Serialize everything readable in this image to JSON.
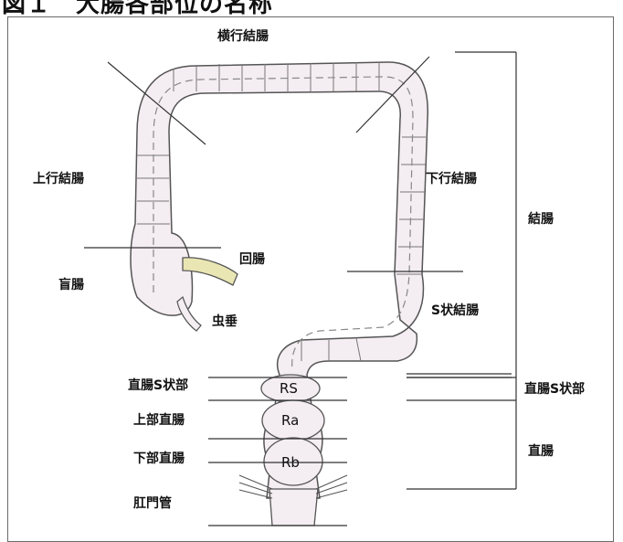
{
  "title": "図１　大腸各部位の名称",
  "labels": {
    "transverse": "横行結腸",
    "ascending": "上行結腸",
    "descending": "下行結腸",
    "colon": "結腸",
    "ileum": "回腸",
    "cecum": "盲腸",
    "appendix": "虫垂",
    "sigmoid": "S状結腸",
    "rectosigmoid_left": "直腸S状部",
    "upper_rectum": "上部直腸",
    "lower_rectum": "下部直腸",
    "anal_canal": "肛門管",
    "rectosigmoid_right": "直腸S状部",
    "rectum": "直腸"
  },
  "segments": {
    "rs": "RS",
    "ra": "Ra",
    "rb": "Rb"
  },
  "colors": {
    "organ_fill": "#f4edf1",
    "organ_stroke": "#555555",
    "ileum_fill": "#e9e6b4",
    "line": "#333333"
  }
}
